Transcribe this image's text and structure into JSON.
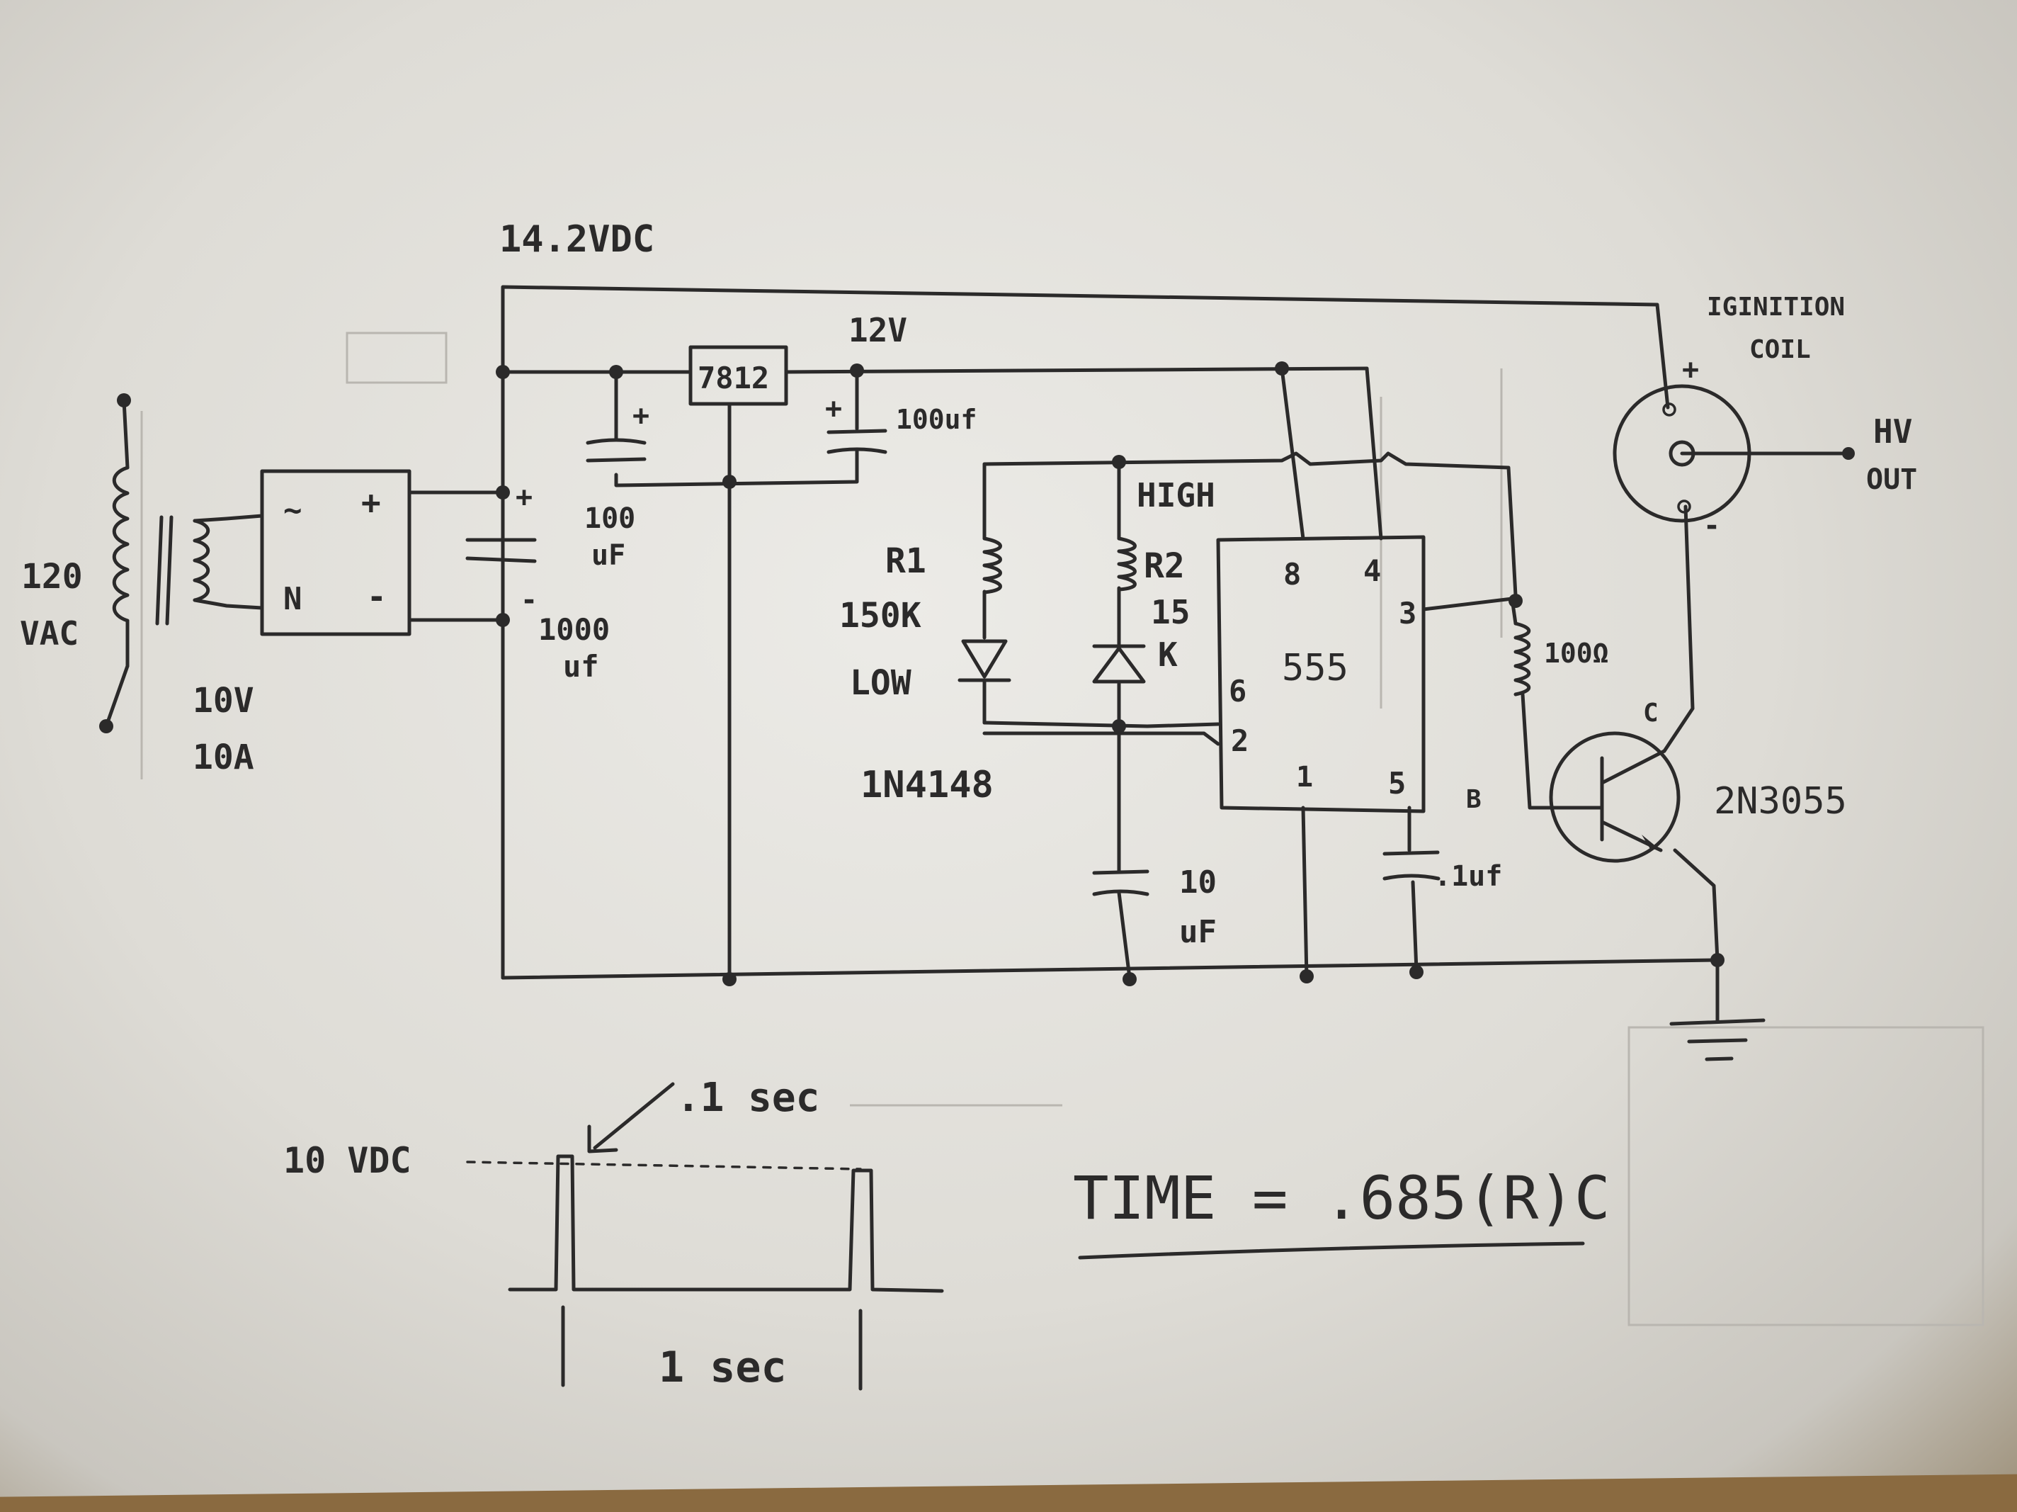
{
  "labels": {
    "supply_voltage": "14.2VDC",
    "reg_out_voltage": "12V",
    "regulator": "7812",
    "cap_in_value": "100",
    "cap_in_unit": "uF",
    "cap_out_value": "100uf",
    "bulk_cap_value": "1000",
    "bulk_cap_unit": "uf",
    "mains_value": "120",
    "mains_unit": "VAC",
    "transformer_volts": "10V",
    "transformer_amps": "10A",
    "rect_ac1": "~",
    "rect_ac2": "N",
    "rect_plus": "+",
    "rect_minus": "-",
    "plus_sign": "+",
    "minus_sign": "-",
    "r1_name": "R1",
    "r1_value": "150K",
    "r1_tag": "LOW",
    "r2_name": "R2",
    "r2_value_a": "15",
    "r2_value_b": "K",
    "high_tag": "HIGH",
    "diode_part": "1N4148",
    "timing_cap_value": "10",
    "timing_cap_unit": "uF",
    "ic_name": "555",
    "pin8": "8",
    "pin4": "4",
    "pin3": "3",
    "pin6": "6",
    "pin2": "2",
    "pin1": "1",
    "pin5": "5",
    "ctrl_cap_value": ".1uf",
    "base_resistor": "100Ω",
    "transistor_part": "2N3055",
    "collector": "C",
    "base": "B",
    "coil_line1": "IGINITION",
    "coil_line2": "COIL",
    "hv_line1": "HV",
    "hv_line2": "OUT",
    "pulse_level": "10 VDC",
    "pulse_width": ".1 sec",
    "period": "1 sec",
    "formula": "TIME = .685(R)C"
  },
  "ink_color": "#2b2a2a",
  "paper_color": "#e6e5e1"
}
